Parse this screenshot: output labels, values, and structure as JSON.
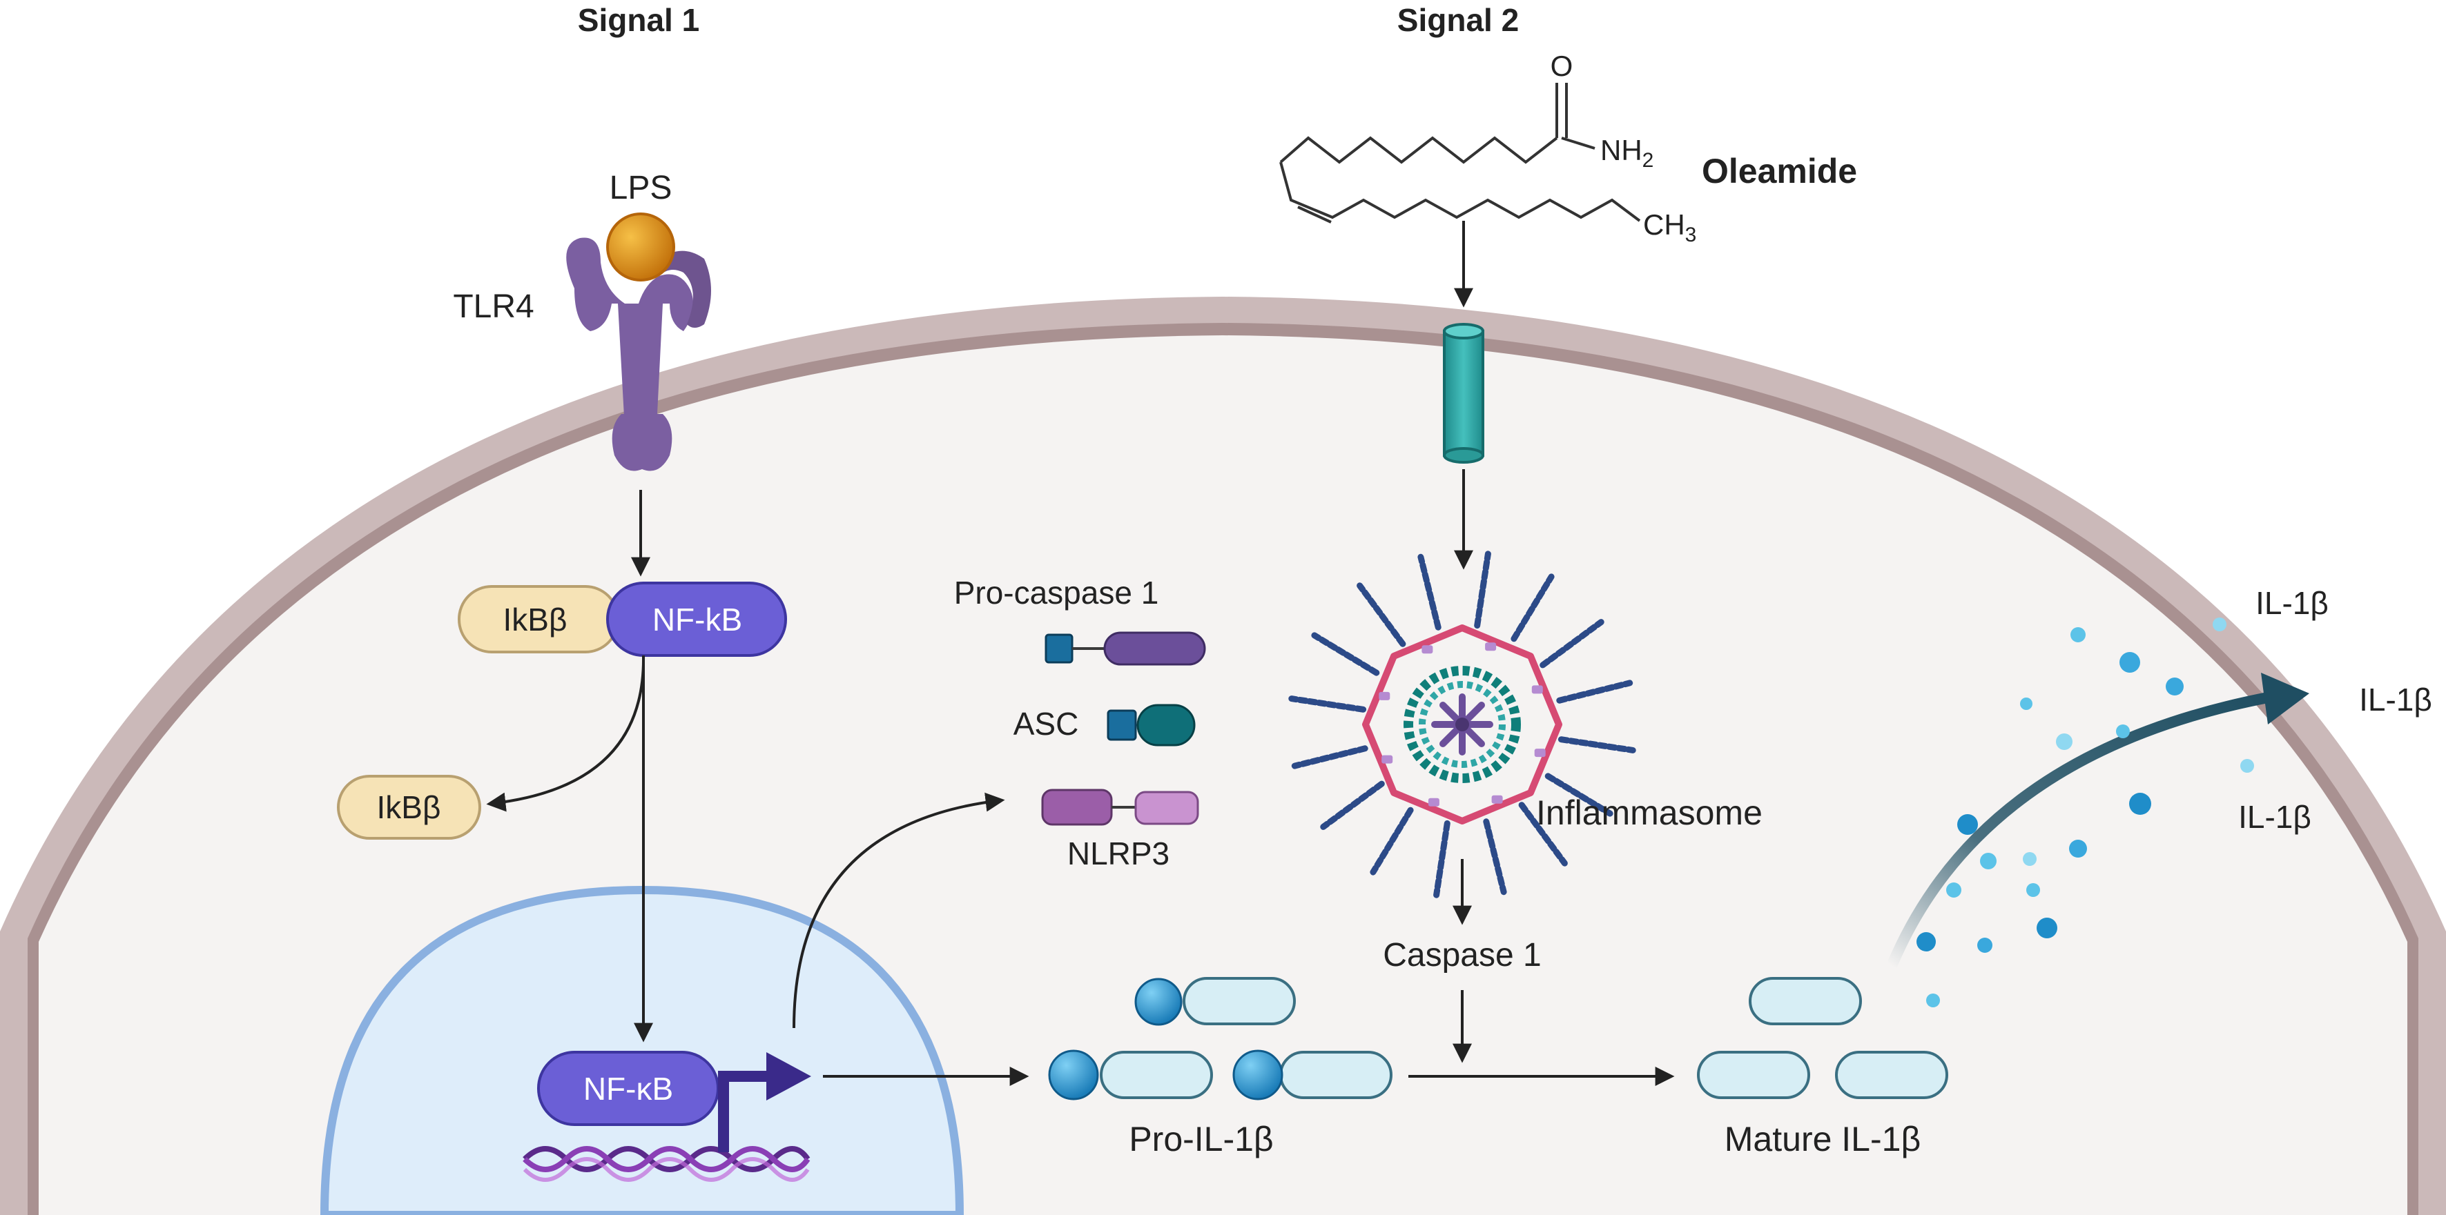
{
  "headers": {
    "signal1": "Signal 1",
    "signal2": "Signal 2"
  },
  "labels": {
    "lps": "LPS",
    "tlr4": "TLR4",
    "ikbb_bound": "IkBβ",
    "nfkb_cyto": "NF-kB",
    "ikbb_free": "IkBβ",
    "nfkb_nuclear": "NF-κB",
    "pro_caspase1": "Pro-caspase 1",
    "asc": "ASC",
    "nlrp3": "NLRP3",
    "oleamide": "Oleamide",
    "amide_o": "O",
    "amide_nh2": "NH",
    "amide_nh2_sub": "2",
    "methyl": "CH",
    "methyl_sub": "3",
    "inflammasome": "Inflammasome",
    "caspase1": "Caspase 1",
    "pro_il1b": "Pro-IL-1β",
    "mature_il1b": "Mature IL-1β",
    "il1b_1": "IL-1β",
    "il1b_2": "IL-1β",
    "il1b_3": "IL-1β"
  },
  "colors": {
    "membrane_outer": "#cbb9b9",
    "membrane_inner": "#a99191",
    "cytoplasm": "#f5f3f2",
    "nucleus_fill": "#deedfa",
    "nucleus_border": "#8ab0e0",
    "nfkb": "#6b5fd6",
    "ikbb": "#f6e3b6",
    "tlr4": "#7b5fa1",
    "lps": "#e08e0b",
    "channel": "#2fa6a6",
    "il1b_sphere": "#1f8dc9",
    "il1b_body": "#d7eef5",
    "arrow_export": "#1f4e62",
    "pro_caspase": "#6b4f9a",
    "asc": "#0f6f78",
    "nlrp3": "#9b5ea8",
    "inflam_ring": "#d64a73",
    "inflam_core": "#0f7f7a",
    "inflam_filament": "#2c4a88"
  }
}
